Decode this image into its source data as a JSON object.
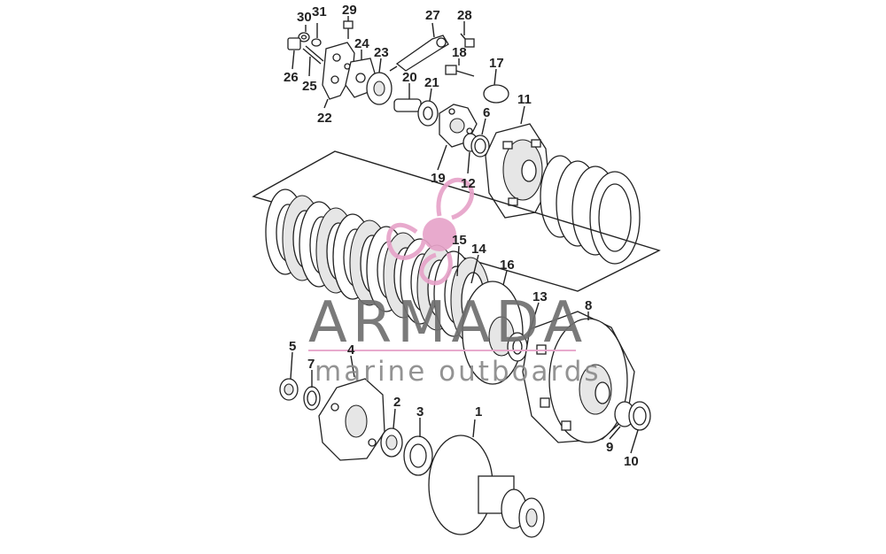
{
  "watermark": {
    "brand": "ARMADA",
    "tagline": "marine outboards",
    "brand_color": "#e7a3c9",
    "text_color": "#6f6f6f"
  },
  "callouts": [
    {
      "id": "c1",
      "text": "1"
    },
    {
      "id": "c2",
      "text": "2"
    },
    {
      "id": "c3",
      "text": "3"
    },
    {
      "id": "c4",
      "text": "4"
    },
    {
      "id": "c5",
      "text": "5"
    },
    {
      "id": "c6",
      "text": "6"
    },
    {
      "id": "c7",
      "text": "7"
    },
    {
      "id": "c8",
      "text": "8"
    },
    {
      "id": "c9",
      "text": "9"
    },
    {
      "id": "c10",
      "text": "10"
    },
    {
      "id": "c11",
      "text": "11"
    },
    {
      "id": "c12",
      "text": "12"
    },
    {
      "id": "c13",
      "text": "13"
    },
    {
      "id": "c14",
      "text": "14"
    },
    {
      "id": "c15",
      "text": "15"
    },
    {
      "id": "c16",
      "text": "16"
    },
    {
      "id": "c17",
      "text": "17"
    },
    {
      "id": "c18",
      "text": "18"
    },
    {
      "id": "c19",
      "text": "19"
    },
    {
      "id": "c20",
      "text": "20"
    },
    {
      "id": "c21",
      "text": "21"
    },
    {
      "id": "c22",
      "text": "22"
    },
    {
      "id": "c23",
      "text": "23"
    },
    {
      "id": "c24",
      "text": "24"
    },
    {
      "id": "c25",
      "text": "25"
    },
    {
      "id": "c26",
      "text": "26"
    },
    {
      "id": "c27",
      "text": "27"
    },
    {
      "id": "c28",
      "text": "28"
    },
    {
      "id": "c29",
      "text": "29"
    },
    {
      "id": "c30",
      "text": "30"
    },
    {
      "id": "c31",
      "text": "31"
    }
  ]
}
